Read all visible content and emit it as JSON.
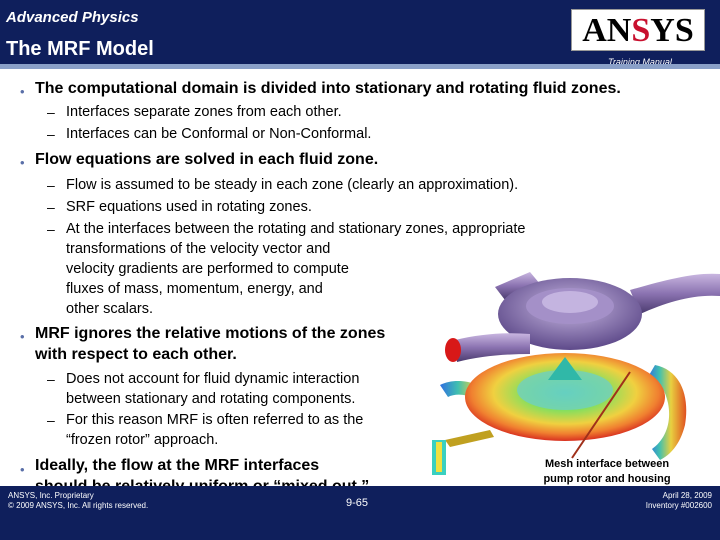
{
  "header": {
    "subtitle": "Advanced Physics",
    "title": "The MRF Model",
    "training_manual": "Training Manual",
    "logo": "ANSYS"
  },
  "bullets": [
    {
      "text": "The computational domain is divided into stationary and rotating fluid zones.",
      "subs": [
        "Interfaces separate zones from each other.",
        "Interfaces can be Conformal or Non-Conformal."
      ]
    },
    {
      "text": "Flow equations are solved in each fluid zone.",
      "subs": [
        "Flow is assumed to be steady in each zone (clearly an approximation).",
        "SRF equations used in rotating zones.",
        [
          "At the interfaces between the rotating and stationary zones, appropriate",
          "transformations of the velocity vector and",
          "velocity gradients are performed to compute",
          "fluxes of mass, momentum, energy, and",
          "other scalars."
        ]
      ]
    },
    {
      "text": [
        "MRF ignores the relative motions of the zones",
        "with respect to each other."
      ],
      "subs": [
        [
          "Does not account for fluid dynamic interaction",
          "between stationary and rotating components."
        ],
        [
          "For this reason MRF is often referred to as the",
          "“frozen rotor” approach."
        ]
      ]
    },
    {
      "text": [
        "Ideally, the flow at the MRF interfaces",
        "should be relatively uniform or “mixed out.”"
      ]
    }
  ],
  "caption": [
    "Mesh interface between",
    "pump rotor and housing"
  ],
  "footer": {
    "left": [
      "ANSYS, Inc. Proprietary",
      "© 2009 ANSYS, Inc.  All rights reserved."
    ],
    "page": "9-65",
    "right": [
      "April 28, 2009",
      "Inventory #002600"
    ]
  },
  "colors": {
    "header_bg": "#0f1f5c",
    "accent_bar": "#8aa0c8",
    "logo_red": "#c8102e"
  }
}
